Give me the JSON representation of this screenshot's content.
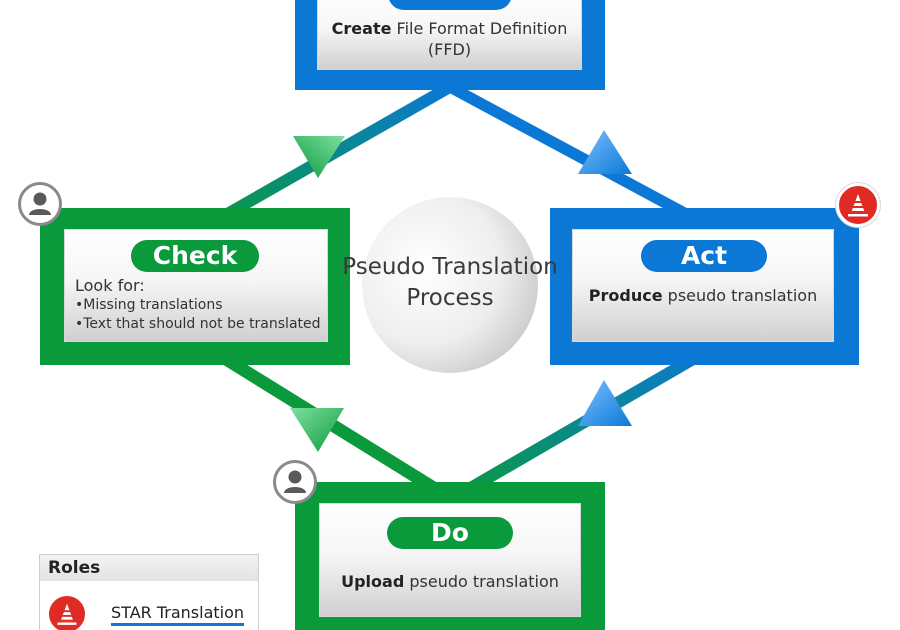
{
  "diagram": {
    "title": "Pseudo Translation Process",
    "title_line1": "Pseudo Translation",
    "title_line2": "Process",
    "top": {
      "text_bold": "Create",
      "text_rest": " File Format Definition",
      "text_line2": "(FFD)"
    },
    "check": {
      "label": "Check",
      "look_for": "Look for:",
      "bullet1": "•Missing translations",
      "bullet2": "•Text that should not be translated"
    },
    "act": {
      "label": "Act",
      "text_bold": "Produce",
      "text_rest": " pseudo translation"
    },
    "do": {
      "label": "Do",
      "text_bold": "Upload",
      "text_rest": " pseudo translation"
    },
    "colors": {
      "green": "#0a9a3c",
      "blue": "#0b78d6",
      "red": "#e02a24",
      "gray_icon": "#8a8a8a"
    },
    "icons": {
      "check_role": "person-icon",
      "act_role": "star-translation-icon",
      "do_role": "person-icon"
    }
  },
  "legend": {
    "title": "Roles",
    "items": [
      {
        "icon": "star-translation-icon",
        "label": "STAR Translation"
      }
    ]
  }
}
